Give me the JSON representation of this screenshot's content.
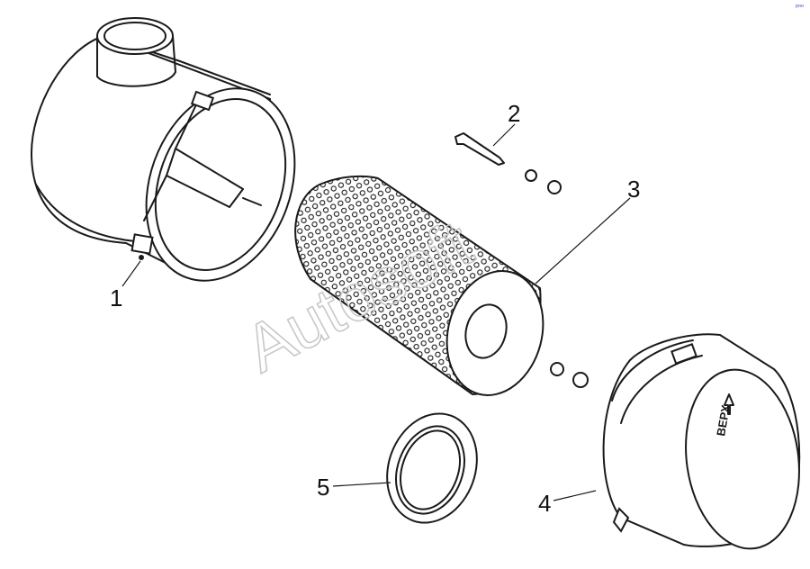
{
  "diagram": {
    "callouts": [
      {
        "id": "housing",
        "number": "1"
      },
      {
        "id": "latch",
        "number": "2"
      },
      {
        "id": "filter-element",
        "number": "3"
      },
      {
        "id": "cover",
        "number": "4"
      },
      {
        "id": "seal-ring",
        "number": "5"
      }
    ],
    "cover_marking": "ВЕРХ",
    "watermark": "Autosoft",
    "corner_mark": "ᵖᵒᵒ"
  },
  "colors": {
    "ink": "#1a1a1a",
    "watermark": "#c8c8c8",
    "background": "#ffffff"
  }
}
